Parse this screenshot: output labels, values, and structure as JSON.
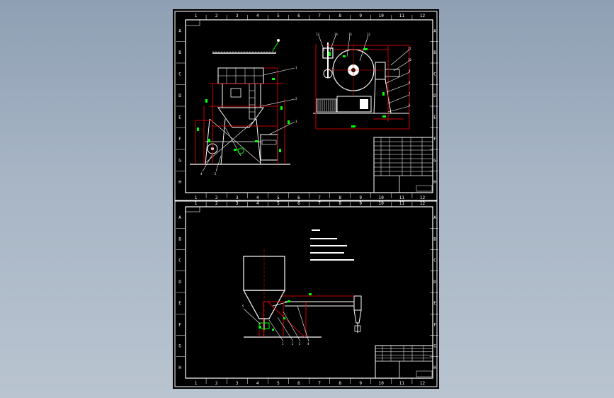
{
  "viewer": {
    "background_top": "#8fa0b4",
    "background_bottom": "#b9c4d0"
  },
  "drawing": {
    "background": "#000000",
    "border_color": "#ffffff",
    "column_labels": [
      "1",
      "2",
      "3",
      "4",
      "5",
      "6",
      "7",
      "8",
      "9",
      "10",
      "11",
      "12"
    ],
    "row_labels": [
      "A",
      "B",
      "C",
      "D",
      "E",
      "F",
      "G",
      "H"
    ],
    "colors": {
      "outline": "#ffffff",
      "dimension": "#ff0000",
      "annotation": "#00ff00",
      "center_line": "#ff0000"
    }
  },
  "sheets": [
    {
      "id": "sheet-top",
      "title_block_rows": 9,
      "balloons_side": [
        "1",
        "2",
        "3",
        "4",
        "5"
      ],
      "balloons_front": [
        "13",
        "14",
        "15",
        "12",
        "11",
        "10",
        "9",
        "8",
        "7",
        "6"
      ]
    },
    {
      "id": "sheet-bottom",
      "title_block_rows": 5,
      "balloons": [
        "1",
        "2",
        "3",
        "4",
        "5"
      ]
    }
  ]
}
